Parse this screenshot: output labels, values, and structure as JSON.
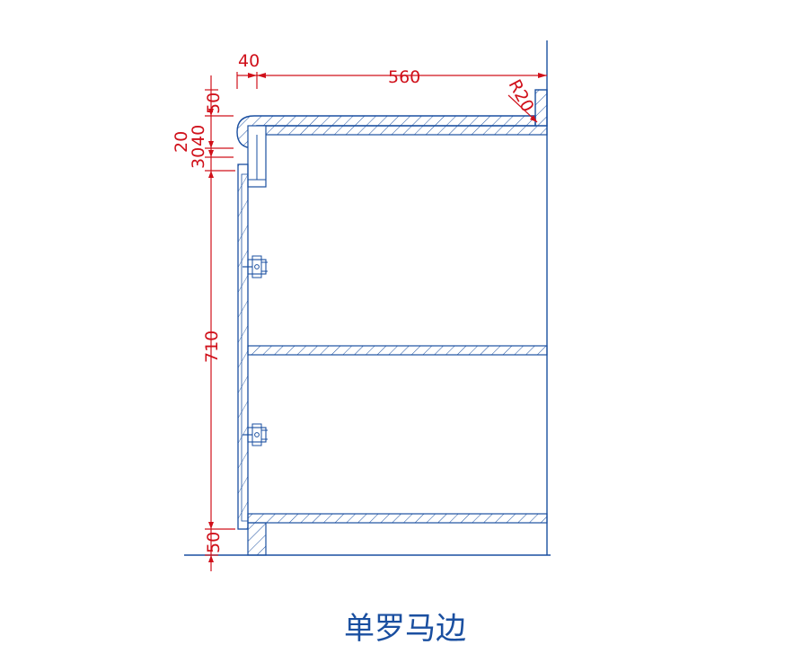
{
  "dimensions": {
    "top_offset": "40",
    "top_depth": "560",
    "radius": "R20",
    "h_top": "50",
    "h_40": "40",
    "h_20": "20",
    "h_30": "30",
    "h_door": "710",
    "h_base": "50"
  },
  "caption": "单罗马边",
  "colors": {
    "line": "#1a4fa0",
    "dimension": "#d0101a",
    "background": "#ffffff"
  }
}
